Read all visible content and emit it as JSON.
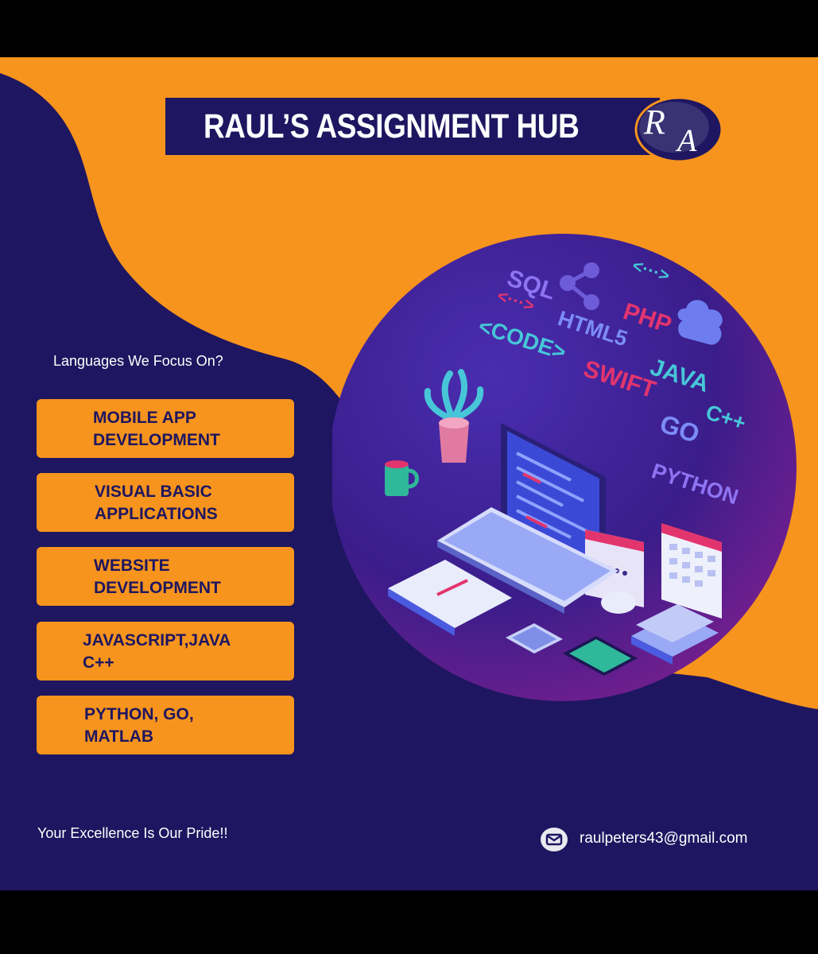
{
  "colors": {
    "navy": "#1e1660",
    "orange": "#f7941d",
    "white": "#ffffff"
  },
  "header": {
    "title": "RAUL’S ASSIGNMENT HUB",
    "logo_monogram": "RA"
  },
  "sidebar": {
    "heading": "Languages We Focus On?",
    "items": [
      {
        "label": "MOBILE APP\nDEVELOPMENT"
      },
      {
        "label": "VISUAL BASIC\nAPPLICATIONS"
      },
      {
        "label": "WEBSITE\nDEVELOPMENT"
      },
      {
        "label": "JAVASCRIPT,JAVA\nC++"
      },
      {
        "label": "PYTHON, GO,\nMATLAB"
      }
    ]
  },
  "illustration": {
    "labels": [
      "SQL",
      "PHP",
      "HTML5",
      "<CODE>",
      "SWIFT",
      "JAVA",
      "C++",
      "GO",
      "PYTHON",
      "<...>",
      "<...>"
    ],
    "icons": [
      "share-icon",
      "cloud-icon",
      "monitor-icon",
      "plant-icon",
      "mug-icon",
      "keyboard-icon",
      "mouse-icon",
      "notebook-icon",
      "calculator-icon",
      "tablet-icon",
      "calendar-icon",
      "books-icon",
      "password-dialog-icon"
    ]
  },
  "footer": {
    "tagline": "Your Excellence Is Our Pride!!",
    "email": "raulpeters43@gmail.com",
    "email_icon": "envelope-icon"
  }
}
